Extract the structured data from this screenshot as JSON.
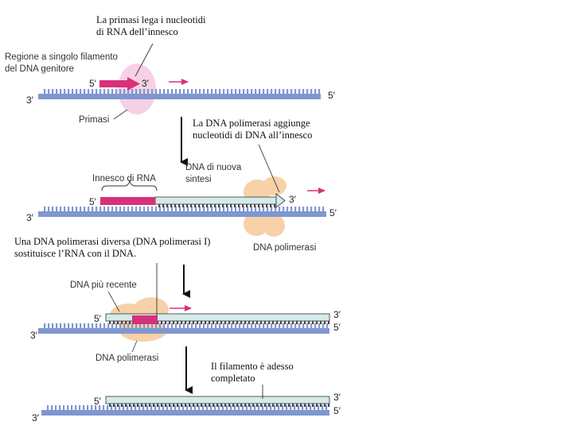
{
  "captions": {
    "primase": "La primasi lega i nucleotidi\ndi RNA dell’innesco",
    "polymerase": "La DNA polimerasi aggiunge\nnucleotidi di DNA all’innesco",
    "replace": "Una DNA polimerasi diversa (DNA polimerasi I)\nsostituisce l’RNA con il DNA.",
    "complete": "Il filamento è adesso\ncompletato"
  },
  "labels": {
    "region_line1": "Regione a singolo filamento",
    "region_line2": "del DNA genitore",
    "primasi": "Primasi",
    "innesco": "Innesco di RNA",
    "new_dna_line1": "DNA di nuova",
    "new_dna_line2": "sintesi",
    "dna_pol_1": "DNA polimerasi",
    "recent_dna": "DNA più recente",
    "dna_pol_2": "DNA polimerasi"
  },
  "ends": {
    "five": "5′",
    "three": "3′"
  },
  "colors": {
    "template": "#7f97cf",
    "primer": "#d8307a",
    "new_dna": "#d4ebea",
    "primase": "#f4c9e2",
    "polymerase": "#f6c99a",
    "arrow": "#d8307a"
  }
}
